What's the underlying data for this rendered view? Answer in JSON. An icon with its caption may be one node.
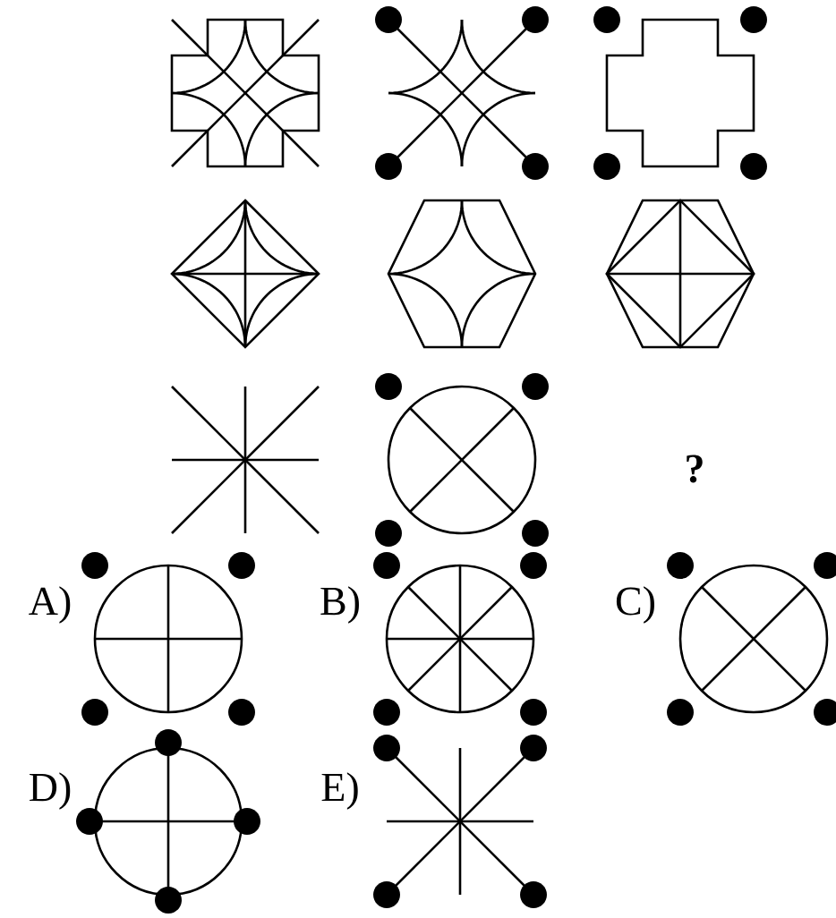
{
  "diagram": {
    "labels": [
      "?",
      "A)",
      "B)",
      "C)",
      "D)",
      "E)"
    ]
  }
}
